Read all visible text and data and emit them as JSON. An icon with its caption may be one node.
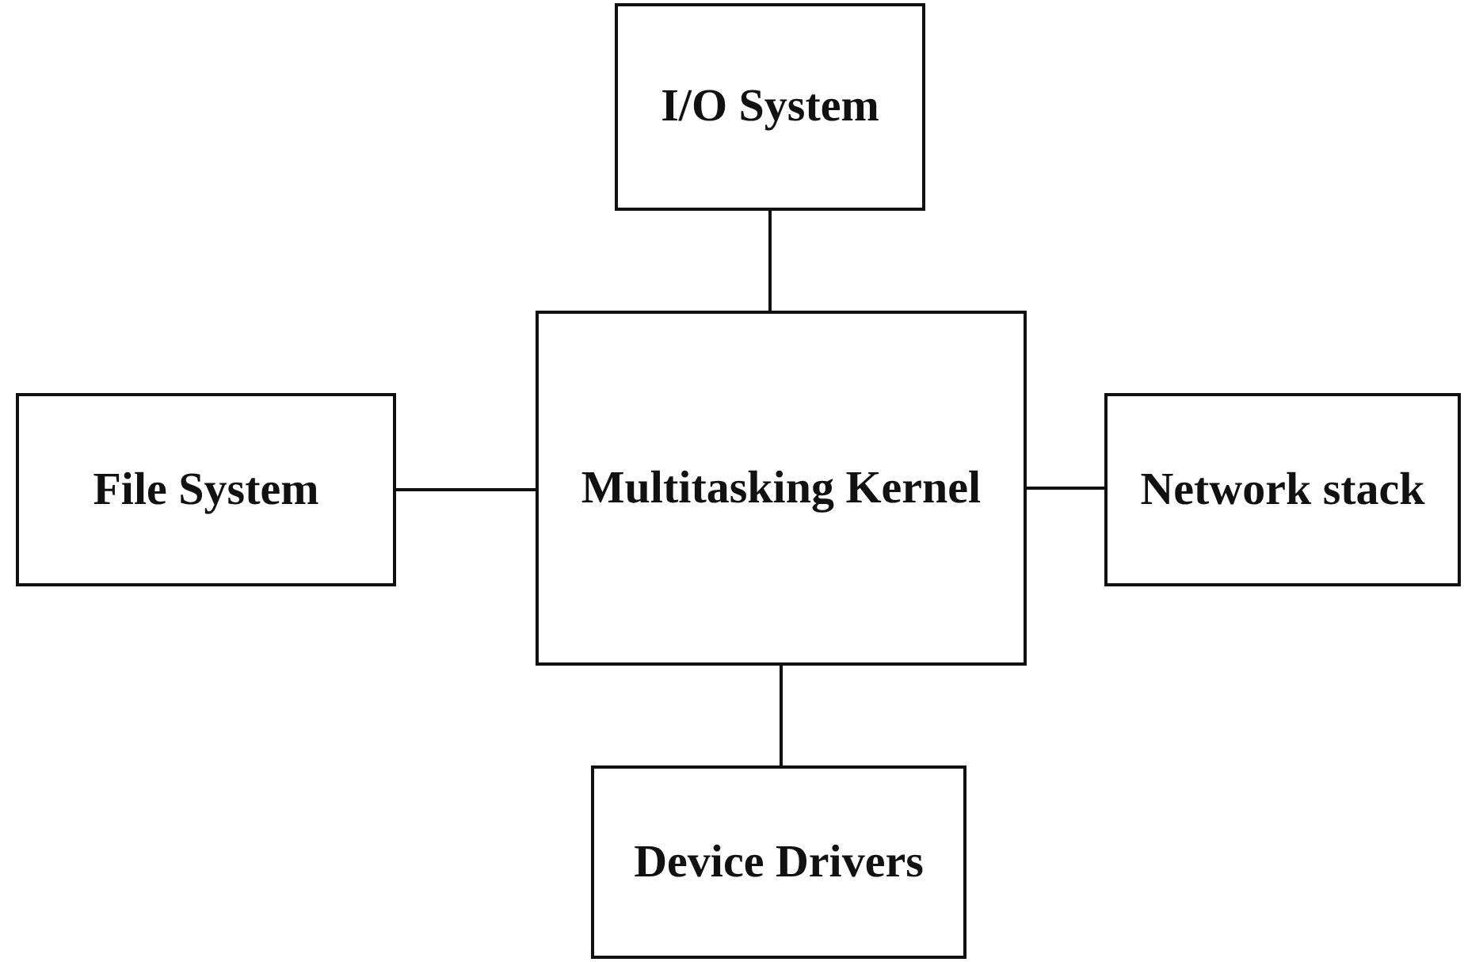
{
  "diagram": {
    "nodes": [
      {
        "text": [
          "I/O System"
        ]
      },
      {
        "text": [
          "File System"
        ]
      },
      {
        "text": [
          "Multitasking Kernel"
        ]
      },
      {
        "text": [
          "Network stack"
        ]
      },
      {
        "text": [
          "Device Drivers"
        ]
      }
    ],
    "edges": [
      {
        "from": 0,
        "to": 2,
        "arrow": "none"
      },
      {
        "from": 1,
        "to": 2,
        "arrow": "none"
      },
      {
        "from": 2,
        "to": 3,
        "arrow": "none"
      },
      {
        "from": 2,
        "to": 4,
        "arrow": "none"
      }
    ]
  }
}
